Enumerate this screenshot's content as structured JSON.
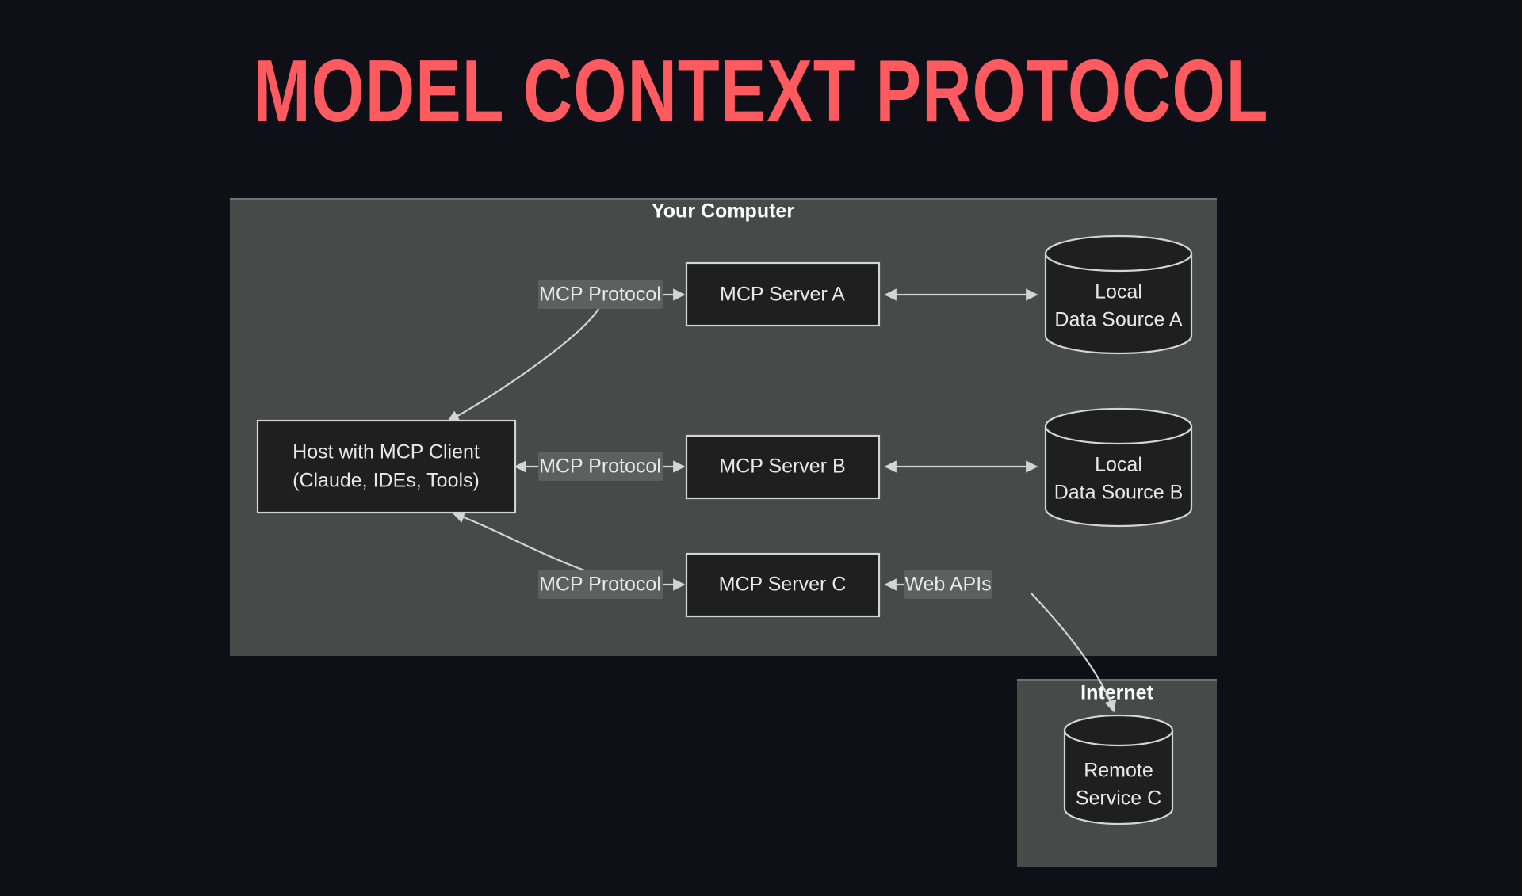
{
  "title": "MODEL CONTEXT PROTOCOL",
  "theme": {
    "page_background": "#0f0f17",
    "title_color": "#ff5a5f",
    "panel_fill": "#474a49",
    "node_fill": "#1f1f1f",
    "stroke_color": "#d4d4d4",
    "label_background": "#5c605f",
    "text_color": "#e8e8e8"
  },
  "panels": {
    "your_computer": {
      "label": "Your Computer"
    },
    "internet": {
      "label": "Internet"
    }
  },
  "nodes": {
    "host": {
      "line1": "Host with MCP Client",
      "line2": "(Claude, IDEs, Tools)"
    },
    "server_a": {
      "label": "MCP Server A"
    },
    "server_b": {
      "label": "MCP Server B"
    },
    "server_c": {
      "label": "MCP Server C"
    },
    "data_source_a": {
      "line1": "Local",
      "line2": "Data Source A"
    },
    "data_source_b": {
      "line1": "Local",
      "line2": "Data Source B"
    },
    "remote_service_c": {
      "line1": "Remote",
      "line2": "Service C"
    }
  },
  "edge_labels": {
    "mcp_protocol_a": "MCP Protocol",
    "mcp_protocol_b": "MCP Protocol",
    "mcp_protocol_c": "MCP Protocol",
    "web_apis": "Web APIs"
  }
}
